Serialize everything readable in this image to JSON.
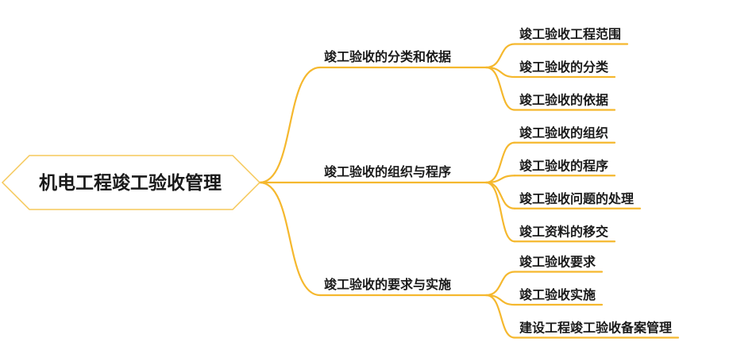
{
  "colors": {
    "line": "#F5B82E",
    "node_border": "#F5C85A",
    "text": "#1a1a1a"
  },
  "root": {
    "label": "机电工程竣工验收管理"
  },
  "branches": [
    {
      "label": "竣工验收的分类和依据",
      "children": [
        "竣工验收工程范围",
        "竣工验收的分类",
        "竣工验收的依据"
      ]
    },
    {
      "label": "竣工验收的组织与程序",
      "children": [
        "竣工验收的组织",
        "竣工验收的程序",
        "竣工验收问题的处理",
        "竣工资料的移交"
      ]
    },
    {
      "label": "竣工验收的要求与实施",
      "children": [
        "竣工验收要求",
        "竣工验收实施",
        "建设工程竣工验收备案管理"
      ]
    }
  ]
}
